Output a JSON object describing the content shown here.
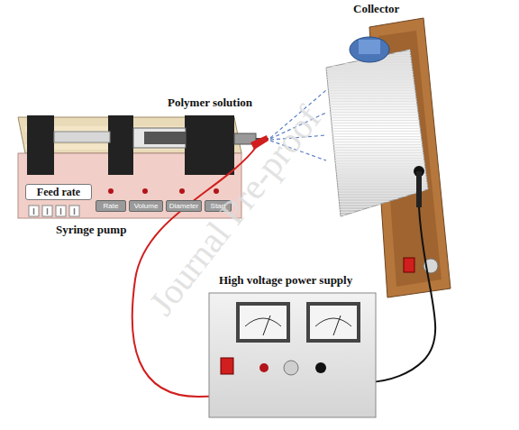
{
  "diagram": {
    "nodes": [
      {
        "text": [
          "Feed rate"
        ]
      },
      {
        "text": [
          "Rate"
        ]
      },
      {
        "text": [
          "Volume"
        ]
      },
      {
        "text": [
          "Diameter"
        ]
      },
      {
        "text": [
          "Start"
        ]
      }
    ],
    "labels": [
      "Collector",
      "Polymer solution",
      "Syringe pump",
      "High voltage power supply",
      "Journal Pre-proof"
    ]
  }
}
